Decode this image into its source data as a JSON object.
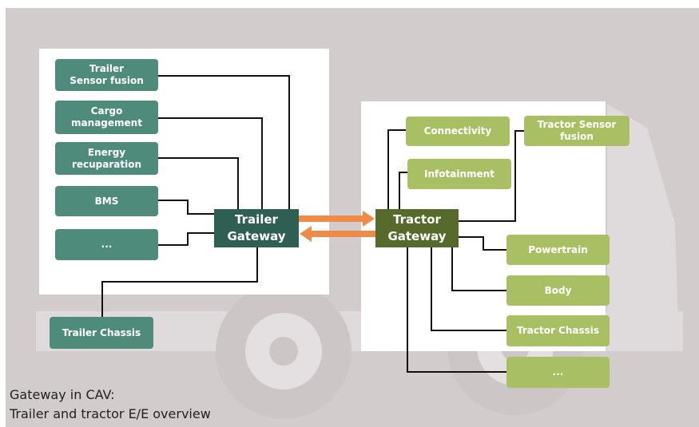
{
  "colors": {
    "background": "#d2cccd",
    "trailer_node": "#4e8b7b",
    "trailer_gateway": "#2f5e53",
    "tractor_node": "#a8bf63",
    "tractor_gateway": "#566a2c",
    "arrow": "#ef8a47",
    "line": "#111111"
  },
  "trailer": {
    "gateway": "Trailer\nGateway",
    "nodes": [
      "Trailer\nSensor fusion",
      "Cargo\nmanagement",
      "Energy\nrecuparation",
      "BMS",
      "..."
    ],
    "chassis": "Trailer Chassis"
  },
  "tractor": {
    "gateway": "Tractor\nGateway",
    "connectivity": "Connectivity",
    "infotainment": "Infotainment",
    "sensor_fusion": "Tractor Sensor\nfusion",
    "powertrain": "Powertrain",
    "body": "Body",
    "chassis": "Tractor Chassis",
    "more": "..."
  },
  "caption": {
    "line1": "Gateway in CAV:",
    "line2": "Trailer and tractor E/E overview"
  }
}
